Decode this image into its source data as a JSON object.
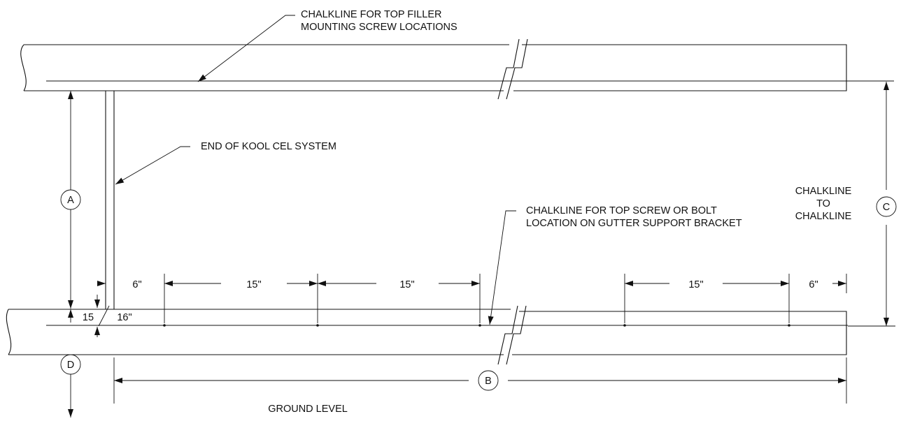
{
  "labels": {
    "top_filler_line1": "CHALKLINE FOR TOP FILLER",
    "top_filler_line2": "MOUNTING SCREW LOCATIONS",
    "end_of_system": "END OF KOOL CEL SYSTEM",
    "chalk_to_chalk_line1": "CHALKLINE",
    "chalk_to_chalk_line2": "TO",
    "chalk_to_chalk_line3": "CHALKLINE",
    "gutter_line1": "CHALKLINE FOR TOP SCREW OR BOLT",
    "gutter_line2": "LOCATION ON GUTTER SUPPORT BRACKET",
    "ground_level": "GROUND LEVEL"
  },
  "circled_labels": {
    "a": "A",
    "b": "B",
    "c": "C",
    "d": "D"
  },
  "dimensions": {
    "first_offset": "6\"",
    "spacing_1": "15\"",
    "spacing_2": "15\"",
    "spacing_3": "15\"",
    "last_offset": "6\"",
    "gap_whole": "15",
    "gap_fraction": "16\""
  }
}
